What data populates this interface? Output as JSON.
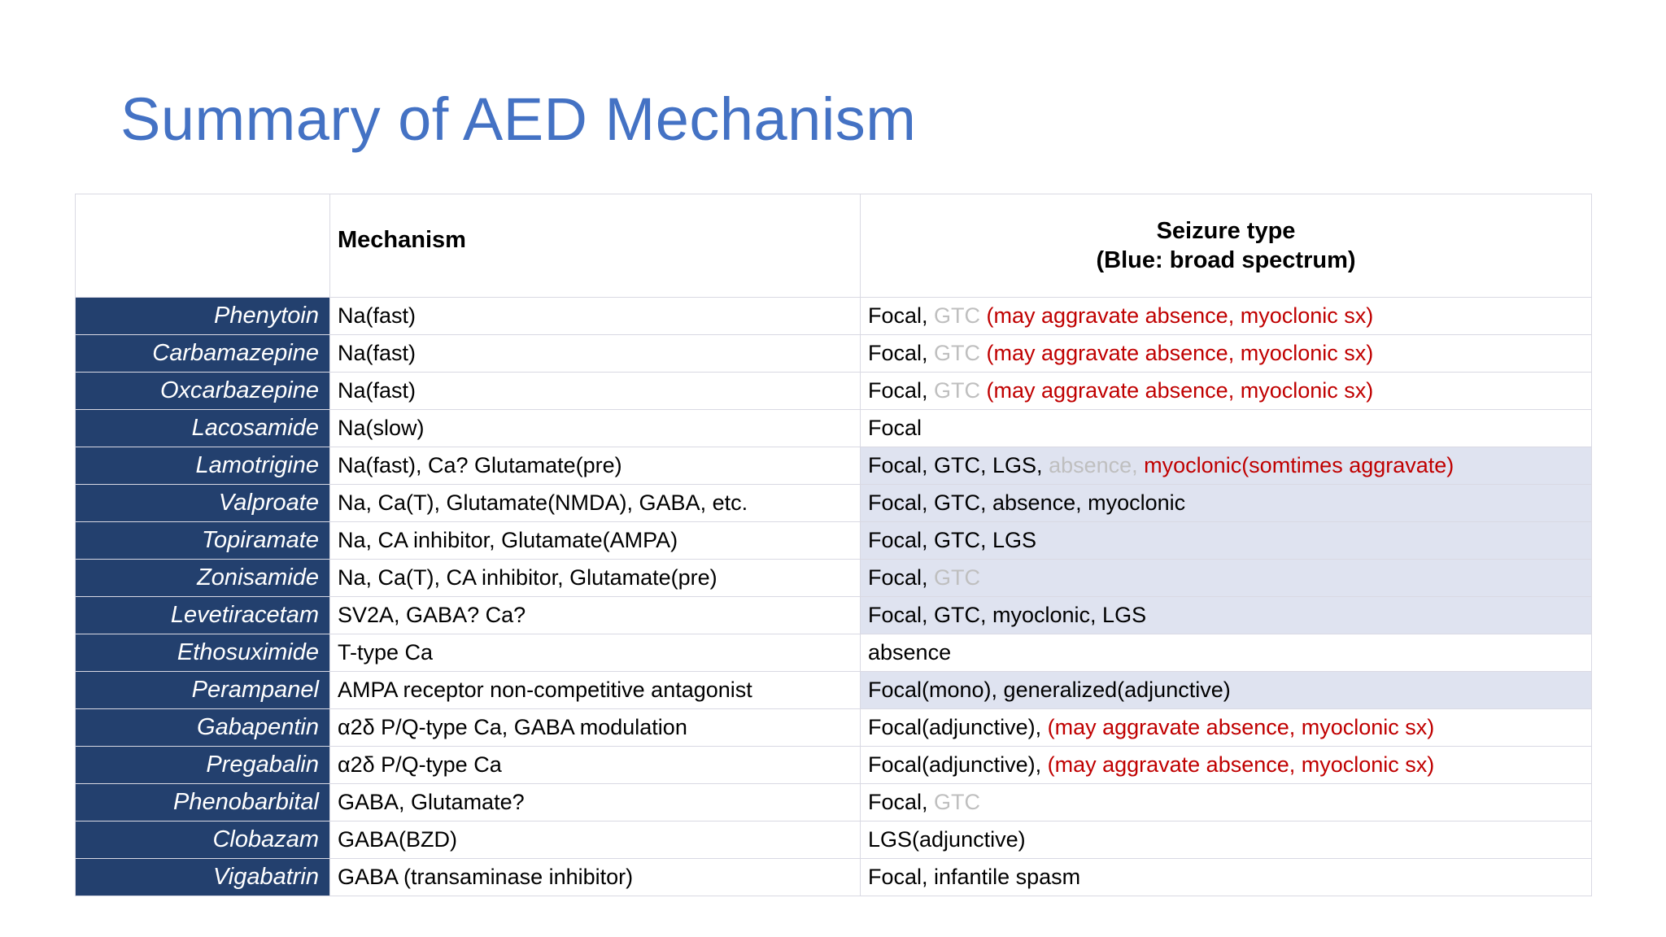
{
  "slide": {
    "title": "Summary of AED Mechanism",
    "title_color": "#4472c4",
    "background": "#ffffff"
  },
  "table": {
    "header": {
      "drug_column": "",
      "mechanism": "Mechanism",
      "seizure_line1": "Seizure type",
      "seizure_line2": "(Blue: broad spectrum)"
    },
    "colors": {
      "drug_cell_bg": "#23406e",
      "drug_cell_text": "#ffffff",
      "broad_spectrum_row_bg": "#dfe3f0",
      "gray_text": "#bfbfbf",
      "red_text": "#c00000",
      "grid_line": "#d9d9e3"
    },
    "rows": [
      {
        "drug": "Phenytoin",
        "mechanism": "Na(fast)",
        "broad_spectrum": false,
        "seizure_parts": [
          {
            "text": "Focal, ",
            "color": "black"
          },
          {
            "text": "GTC ",
            "color": "gray"
          },
          {
            "text": "(may aggravate absence, myoclonic sx)",
            "color": "red"
          }
        ]
      },
      {
        "drug": "Carbamazepine",
        "mechanism": "Na(fast)",
        "broad_spectrum": false,
        "seizure_parts": [
          {
            "text": "Focal, ",
            "color": "black"
          },
          {
            "text": "GTC ",
            "color": "gray"
          },
          {
            "text": "(may aggravate absence, myoclonic sx)",
            "color": "red"
          }
        ]
      },
      {
        "drug": "Oxcarbazepine",
        "mechanism": "Na(fast)",
        "broad_spectrum": false,
        "seizure_parts": [
          {
            "text": "Focal, ",
            "color": "black"
          },
          {
            "text": "GTC ",
            "color": "gray"
          },
          {
            "text": "(may aggravate absence, myoclonic sx)",
            "color": "red"
          }
        ]
      },
      {
        "drug": "Lacosamide",
        "mechanism": "Na(slow)",
        "broad_spectrum": false,
        "seizure_parts": [
          {
            "text": "Focal",
            "color": "black"
          }
        ]
      },
      {
        "drug": "Lamotrigine",
        "mechanism": "Na(fast), Ca? Glutamate(pre)",
        "broad_spectrum": true,
        "seizure_parts": [
          {
            "text": "Focal, GTC, LGS, ",
            "color": "black"
          },
          {
            "text": "absence, ",
            "color": "gray"
          },
          {
            "text": "myoclonic(somtimes aggravate)",
            "color": "red"
          }
        ]
      },
      {
        "drug": "Valproate",
        "mechanism": "Na, Ca(T), Glutamate(NMDA), GABA, etc.",
        "broad_spectrum": true,
        "seizure_parts": [
          {
            "text": "Focal, GTC, absence, myoclonic",
            "color": "black"
          }
        ]
      },
      {
        "drug": "Topiramate",
        "mechanism": "Na, CA inhibitor, Glutamate(AMPA)",
        "broad_spectrum": true,
        "seizure_parts": [
          {
            "text": "Focal, GTC, LGS",
            "color": "black"
          }
        ]
      },
      {
        "drug": "Zonisamide",
        "mechanism": "Na, Ca(T), CA inhibitor, Glutamate(pre)",
        "broad_spectrum": true,
        "seizure_parts": [
          {
            "text": "Focal, ",
            "color": "black"
          },
          {
            "text": "GTC",
            "color": "gray"
          }
        ]
      },
      {
        "drug": "Levetiracetam",
        "mechanism": "SV2A, GABA? Ca?",
        "broad_spectrum": true,
        "seizure_parts": [
          {
            "text": "Focal, GTC, myoclonic, LGS",
            "color": "black"
          }
        ]
      },
      {
        "drug": "Ethosuximide",
        "mechanism": "T-type Ca",
        "broad_spectrum": false,
        "seizure_parts": [
          {
            "text": "absence",
            "color": "black"
          }
        ]
      },
      {
        "drug": "Perampanel",
        "mechanism": "AMPA receptor non-competitive antagonist",
        "broad_spectrum": true,
        "seizure_parts": [
          {
            "text": "Focal(mono), generalized(adjunctive)",
            "color": "black"
          }
        ]
      },
      {
        "drug": "Gabapentin",
        "mechanism": "α2δ P/Q-type Ca, GABA modulation",
        "broad_spectrum": false,
        "seizure_parts": [
          {
            "text": "Focal(adjunctive), ",
            "color": "black"
          },
          {
            "text": "(may aggravate absence, myoclonic sx)",
            "color": "red"
          }
        ]
      },
      {
        "drug": "Pregabalin",
        "mechanism": "α2δ P/Q-type Ca",
        "broad_spectrum": false,
        "seizure_parts": [
          {
            "text": "Focal(adjunctive), ",
            "color": "black"
          },
          {
            "text": "(may aggravate absence, myoclonic sx)",
            "color": "red"
          }
        ]
      },
      {
        "drug": "Phenobarbital",
        "mechanism": "GABA, Glutamate?",
        "broad_spectrum": false,
        "seizure_parts": [
          {
            "text": "Focal, ",
            "color": "black"
          },
          {
            "text": "GTC",
            "color": "gray"
          }
        ]
      },
      {
        "drug": "Clobazam",
        "mechanism": "GABA(BZD)",
        "broad_spectrum": false,
        "seizure_parts": [
          {
            "text": "LGS(adjunctive)",
            "color": "black"
          }
        ]
      },
      {
        "drug": "Vigabatrin",
        "mechanism": "GABA (transaminase inhibitor)",
        "broad_spectrum": false,
        "seizure_parts": [
          {
            "text": "Focal, infantile spasm",
            "color": "black"
          }
        ]
      }
    ]
  }
}
